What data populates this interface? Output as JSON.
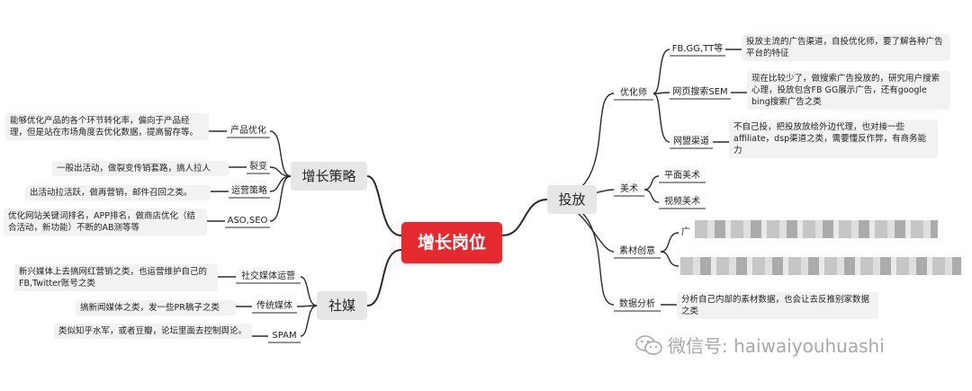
{
  "root": "增长岗位",
  "left_branches": [
    {
      "label": "增长策略",
      "children": [
        {
          "label": "产品优化",
          "note": "能够优化产品的各个环节转化率，偏向于产品经理，但是站在市场角度去优化数据，提高留存等。"
        },
        {
          "label": "裂变",
          "note": "一般出活动，做裂变传销套路，搞人拉人"
        },
        {
          "label": "运营策略",
          "note": "出活动拉活跃，做再营销，邮件召回之类。"
        },
        {
          "label": "ASO,SEO",
          "note": "优化网站关键词排名，APP排名，做商店优化（结合活动，新功能）不断的AB测等等"
        }
      ]
    },
    {
      "label": "社媒",
      "children": [
        {
          "label": "社交媒体运营",
          "note": "新兴媒体上去搞网红营销之类，也运营维护自己的FB,Twitter账号之类"
        },
        {
          "label": "传统媒体",
          "note": "搞新闻媒体之类，发一些PR稿子之类"
        },
        {
          "label": "SPAM",
          "note": "类似知乎水军，或者豆瓣，论坛里面去控制舆论。"
        }
      ]
    }
  ],
  "right_branch": {
    "label": "投放",
    "children": [
      {
        "label": "优化师",
        "children": [
          {
            "label": "FB,GG,TT等",
            "note": "投放主流的广告渠道，自投优化师，要了解各种广告平台的特征"
          },
          {
            "label": "网页搜索SEM",
            "note": "现在比较少了，做搜索广告投放的，研究用户搜索心理，投放包含FB GG展示广告，还有google bing搜索广告之类"
          },
          {
            "label": "网盟渠道",
            "note": "不自己投，把投放放给外边代理，也对接一些affiliate，dsp渠道之类，需要懂反作弊，有商务能力"
          }
        ]
      },
      {
        "label": "美术",
        "children": [
          {
            "label": "平面美术"
          },
          {
            "label": "视频美术"
          }
        ]
      },
      {
        "label": "素材创意",
        "children": [
          {
            "label": "广"
          }
        ]
      },
      {
        "label": "数据分析",
        "note": "分析自己内部的素材数据，也会让去反推别家数据之类"
      }
    ]
  },
  "watermark": "微信号: haiwaiyouhuashi",
  "colors": {
    "root": "#e52a2f",
    "line": "#2b2b2b",
    "main_box": "#e6e6e6",
    "note_box": "#f2f2f2"
  }
}
